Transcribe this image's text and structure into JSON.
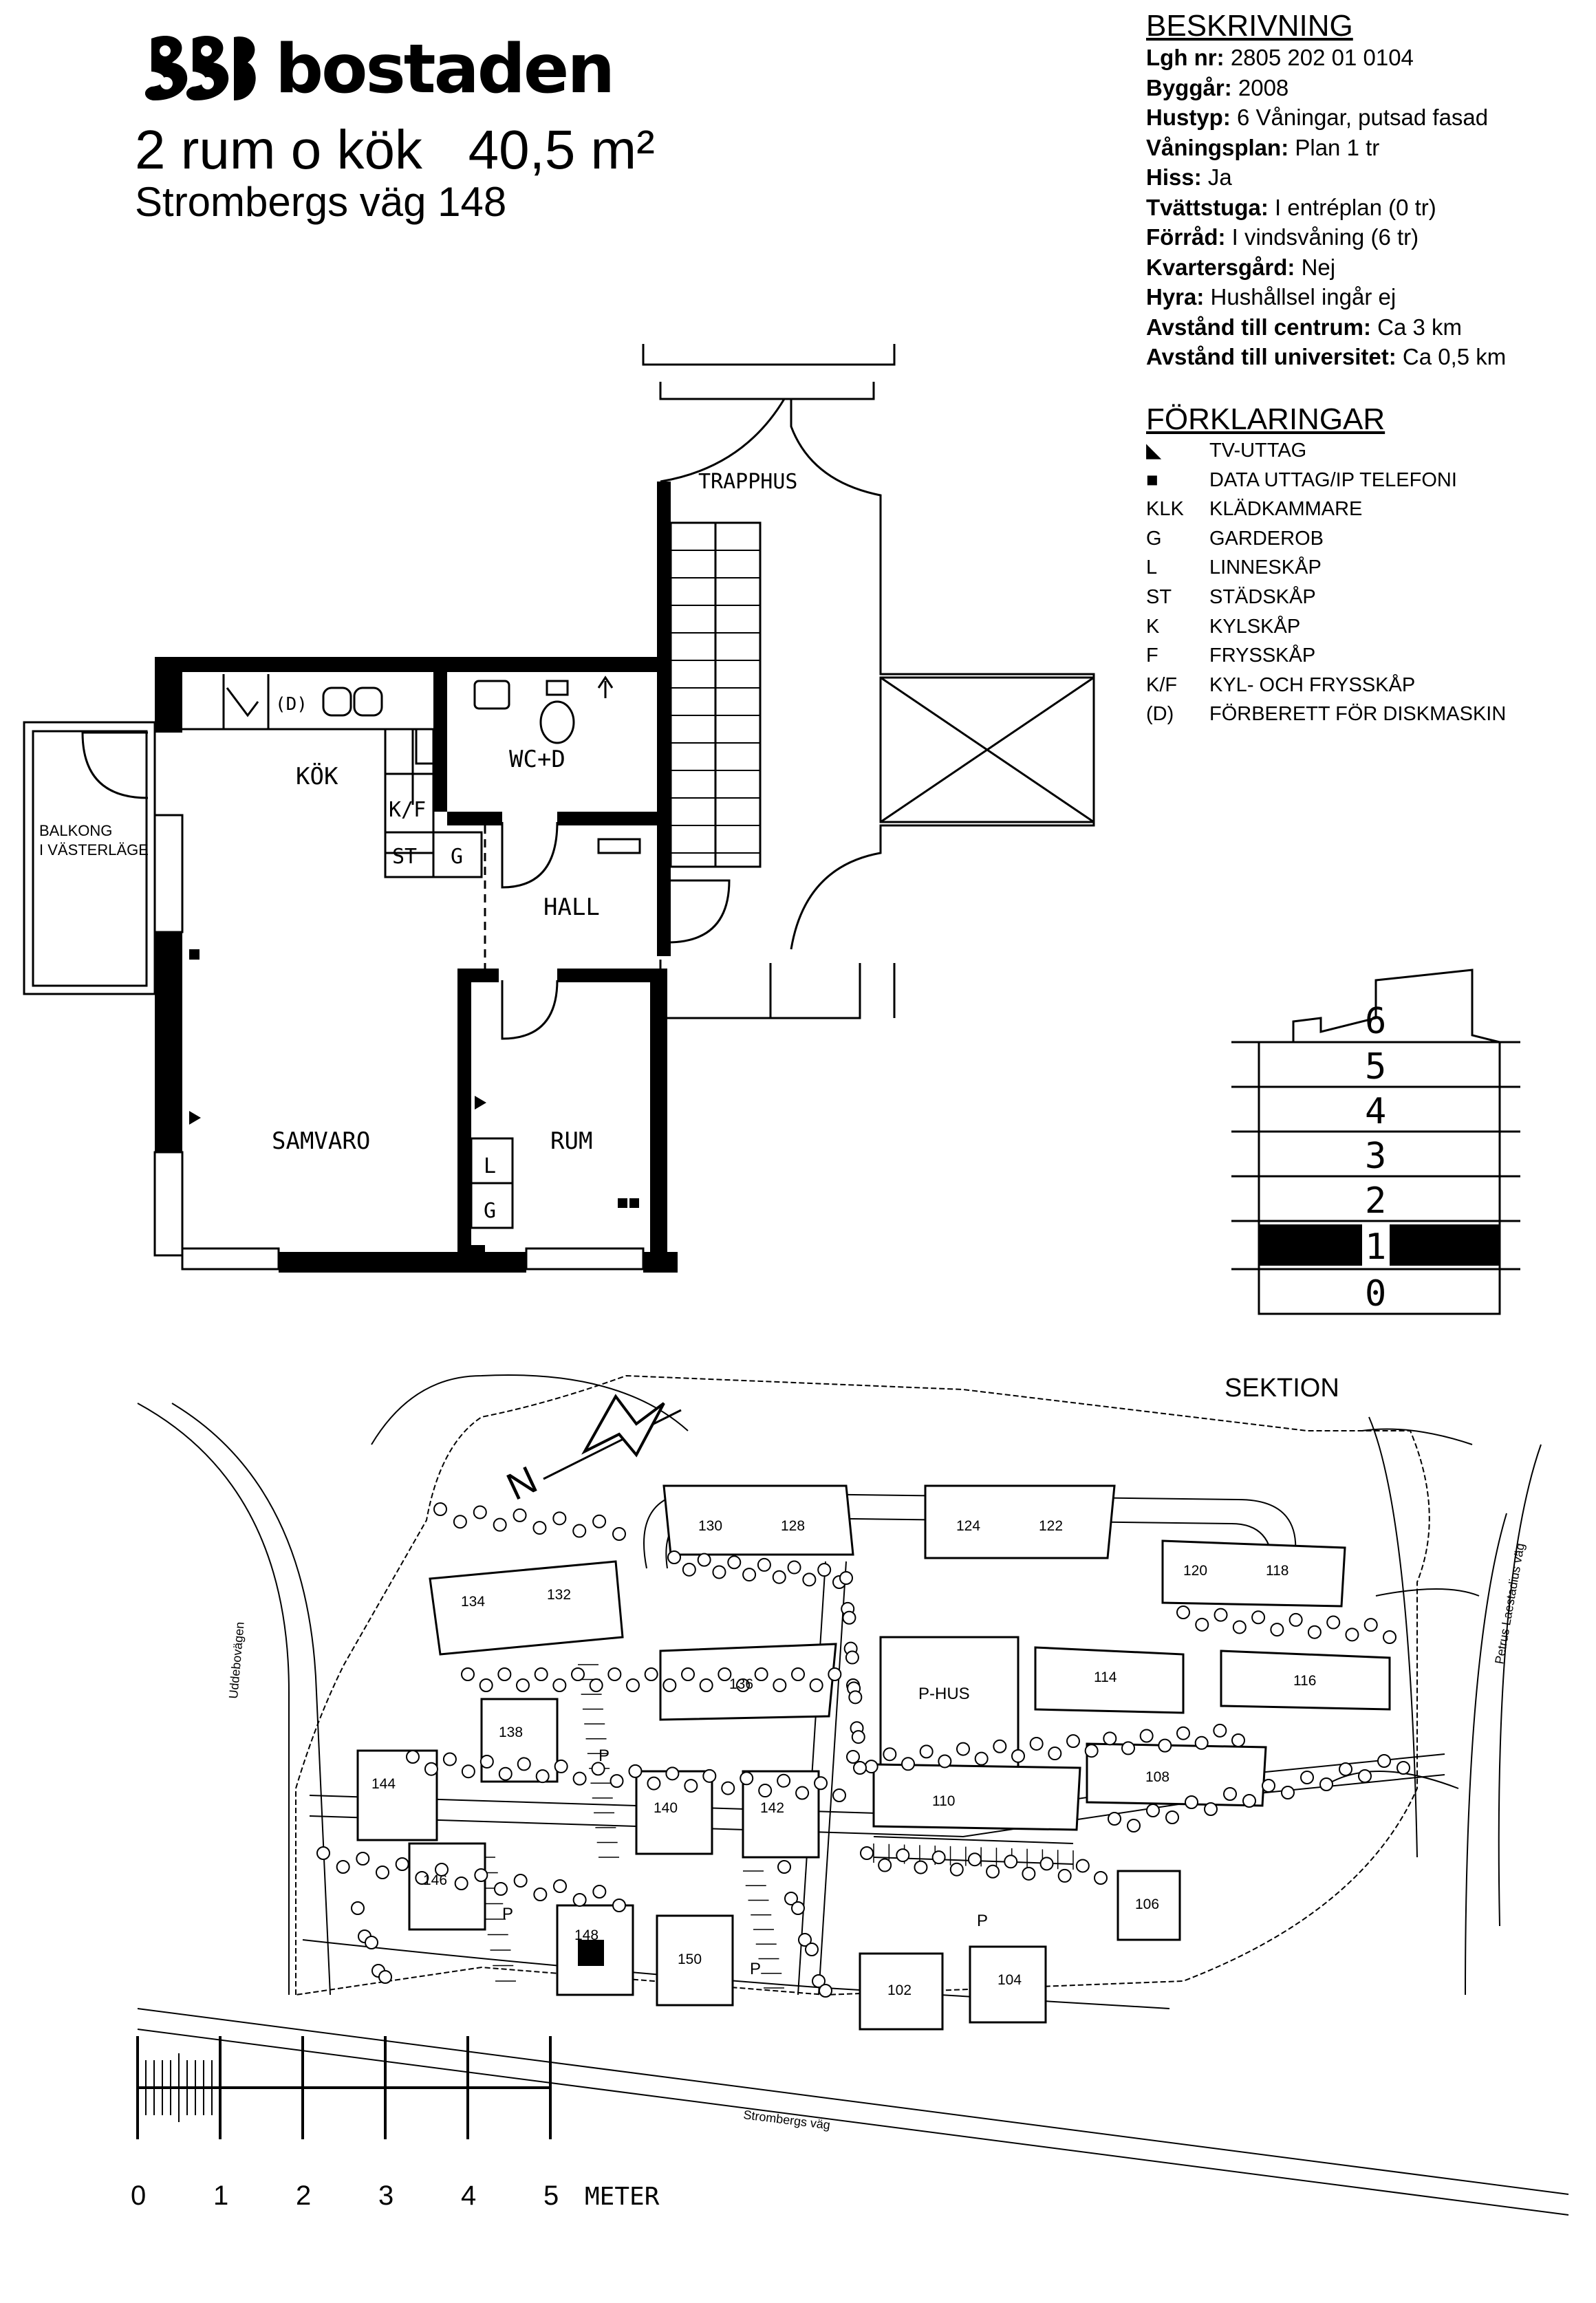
{
  "header": {
    "brand": "bostaden",
    "title": "2 rum o kök   40,5 m²",
    "address": "Strombergs väg 148"
  },
  "description": {
    "heading": "BESKRIVNING",
    "rows": [
      {
        "label": "Lgh nr:",
        "value": "2805 202 01 0104"
      },
      {
        "label": "Byggår:",
        "value": "2008"
      },
      {
        "label": "Hustyp:",
        "value": "6 Våningar, putsad fasad"
      },
      {
        "label": "Våningsplan:",
        "value": "Plan 1 tr"
      },
      {
        "label": "Hiss:",
        "value": "Ja"
      },
      {
        "label": "Tvättstuga:",
        "value": "I entréplan (0 tr)"
      },
      {
        "label": "Förråd:",
        "value": "I vindsvåning (6 tr)"
      },
      {
        "label": "Kvartersgård:",
        "value": "Nej"
      },
      {
        "label": "Hyra:",
        "value": "Hushållsel ingår ej"
      },
      {
        "label": "Avstånd till centrum:",
        "value": "Ca 3 km"
      },
      {
        "label": "Avstånd till universitet:",
        "value": "Ca 0,5 km"
      }
    ]
  },
  "legend": {
    "heading": "FÖRKLARINGAR",
    "items": [
      {
        "key": "◣",
        "text": "TV-UTTAG",
        "icon": "tv-outlet-icon"
      },
      {
        "key": "■",
        "text": "DATA UTTAG/IP TELEFONI",
        "icon": "data-outlet-icon"
      },
      {
        "key": "KLK",
        "text": "KLÄDKAMMARE"
      },
      {
        "key": "G",
        "text": "GARDEROB"
      },
      {
        "key": "L",
        "text": "LINNESKÅP"
      },
      {
        "key": "ST",
        "text": "STÄDSKÅP"
      },
      {
        "key": "K",
        "text": "KYLSKÅP"
      },
      {
        "key": "F",
        "text": "FRYSSKÅP"
      },
      {
        "key": "K/F",
        "text": "KYL- OCH FRYSSKÅP"
      },
      {
        "key": "(D)",
        "text": "FÖRBERETT FÖR DISKMASKIN"
      }
    ]
  },
  "plan": {
    "rooms": {
      "kok": "KÖK",
      "wc": "WC+D",
      "hall": "HALL",
      "samvaro": "SAMVARO",
      "rum": "RUM",
      "trapphus": "TRAPPHUS",
      "balkong_line1": "BALKONG",
      "balkong_line2": "I VÄSTERLÄGE",
      "kf": "K/F",
      "st": "ST",
      "g1": "G",
      "l": "L",
      "g2": "G",
      "d": "(D)"
    }
  },
  "section": {
    "label": "SEKTION",
    "floors": [
      "6",
      "5",
      "4",
      "3",
      "2",
      "1",
      "0"
    ],
    "highlighted_floor": "1"
  },
  "siteplan": {
    "north": "N",
    "road_bottom": "Strombergs väg",
    "road_left": "Uddebovägen",
    "road_right": "Petrus Laestadius väg",
    "phus": "P-HUS",
    "parking": "P",
    "buildings": [
      "130",
      "128",
      "124",
      "122",
      "120",
      "118",
      "134",
      "132",
      "136",
      "114",
      "116",
      "138",
      "140",
      "142",
      "110",
      "108",
      "144",
      "146",
      "106",
      "148",
      "150",
      "102",
      "104"
    ]
  },
  "scale": {
    "ticks": [
      "0",
      "1",
      "2",
      "3",
      "4",
      "5"
    ],
    "unit": "METER"
  }
}
